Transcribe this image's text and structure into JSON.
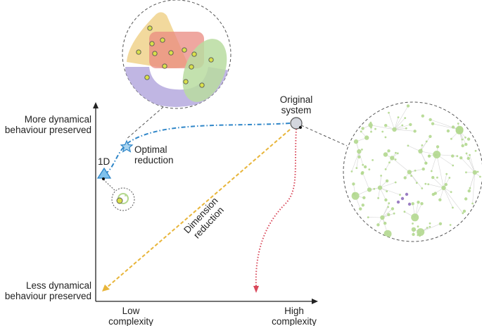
{
  "axes": {
    "y_top_label": [
      "More dynamical",
      "behaviour preserved"
    ],
    "y_bottom_label": [
      "Less dynamical",
      "behaviour preserved"
    ],
    "x_left_label": [
      "Low",
      "complexity"
    ],
    "x_right_label": [
      "High",
      "complexity"
    ]
  },
  "nodes": {
    "original_system": [
      "Original",
      "system"
    ],
    "optimal_reduction": [
      "Optimal",
      "reduction"
    ],
    "one_d": "1D"
  },
  "arrows": {
    "dimension_reduction": [
      "Dimension",
      "reduction"
    ]
  },
  "colors": {
    "blue_path": "#2f86c8",
    "yellow_path": "#e8b53a",
    "red_path": "#d9485a",
    "node_green": "#b3d88f",
    "node_dot": "#d8e04a",
    "blob_yellow": "#f0d28c",
    "blob_red": "#ea8a80",
    "blob_green": "#b9dca0",
    "blob_purple": "#b9aee0"
  }
}
